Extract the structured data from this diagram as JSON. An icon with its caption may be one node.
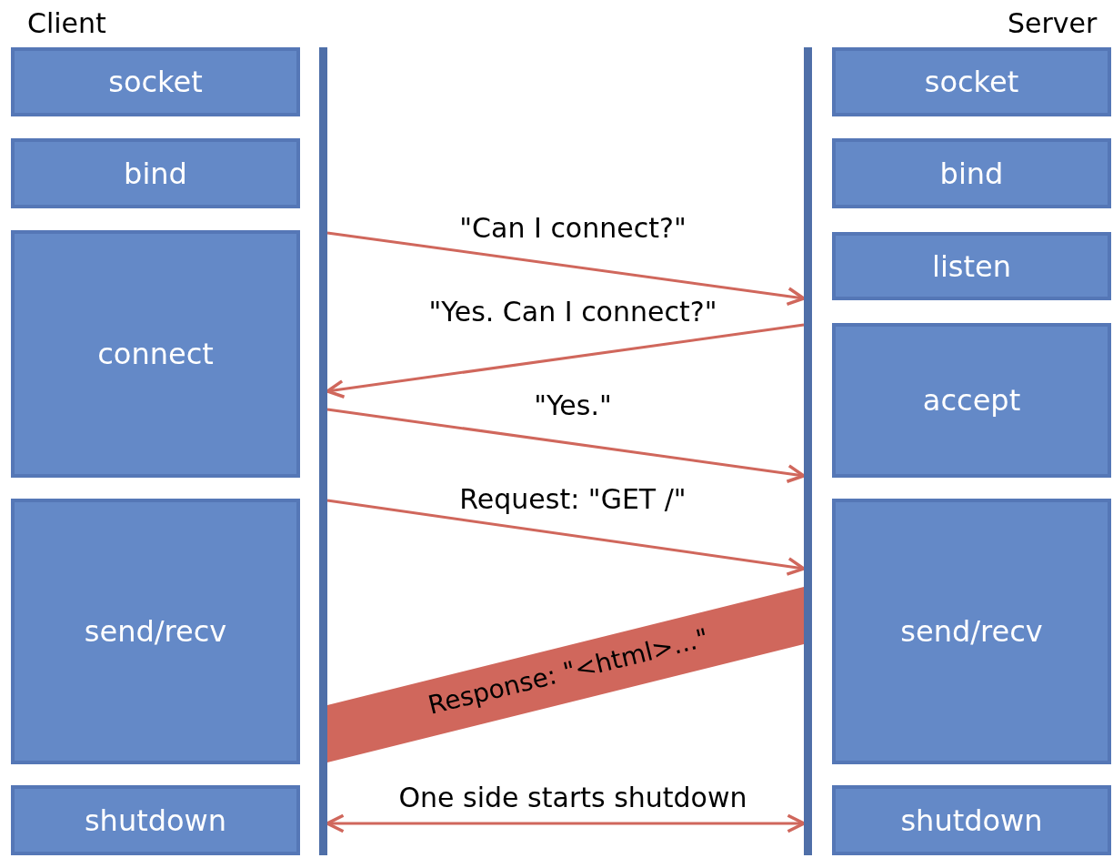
{
  "diagram": {
    "nodes": [
      {
        "text": [
          "socket"
        ]
      },
      {
        "text": [
          "socket"
        ]
      },
      {
        "text": [
          "bind"
        ]
      },
      {
        "text": [
          "bind"
        ]
      },
      {
        "text": [
          "connect"
        ]
      },
      {
        "text": [
          "listen"
        ]
      },
      {
        "text": [
          "accept"
        ]
      },
      {
        "text": [
          "send/recv"
        ]
      },
      {
        "text": [
          "send/recv"
        ]
      },
      {
        "text": [
          "shutdown"
        ]
      },
      {
        "text": [
          "shutdown"
        ]
      },
      {
        "text": [],
        "shape": "bar"
      },
      {
        "text": [],
        "shape": "bar"
      }
    ],
    "edges": [
      {
        "from": 11,
        "to": 12,
        "arrow": "to",
        "label": "\"Can I connect?\""
      },
      {
        "from": 12,
        "to": 11,
        "arrow": "to",
        "label": "\"Yes. Can I connect?\""
      },
      {
        "from": 11,
        "to": 12,
        "arrow": "to",
        "label": "\"Yes.\""
      },
      {
        "from": 11,
        "to": 12,
        "arrow": "to",
        "label": "Request: \"GET /\""
      },
      {
        "from": 12,
        "to": 11,
        "arrow": "none",
        "label": "Response: \"<html>...\"",
        "style": "thick"
      },
      {
        "from": 11,
        "to": 12,
        "arrow": "both",
        "label": "One side starts shutdown"
      }
    ],
    "labels": [
      "Client",
      "Server"
    ]
  }
}
